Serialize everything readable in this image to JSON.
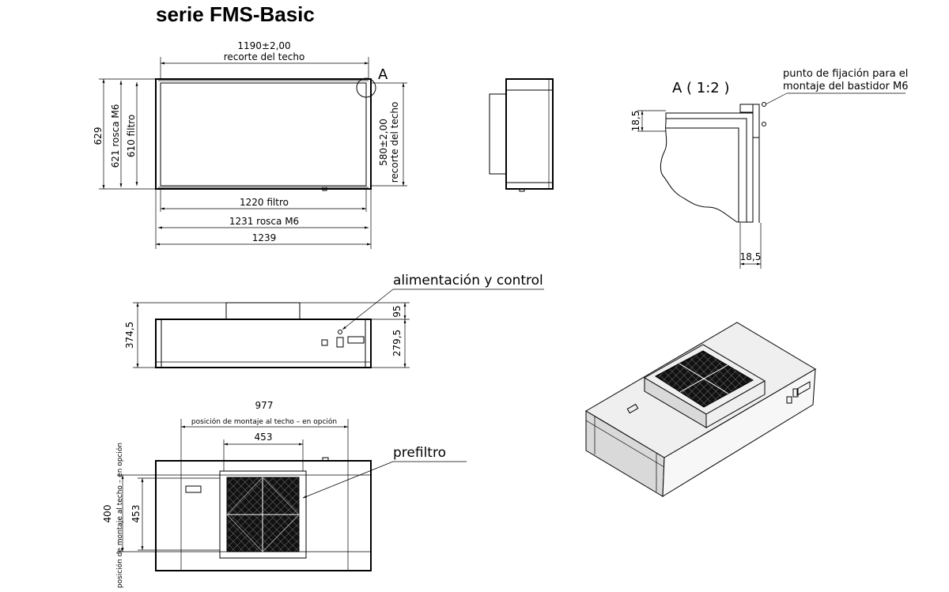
{
  "title": "serie FMS-Basic",
  "top_view": {
    "cut_width": "1190±2,00",
    "cut_width_label": "recorte del techo",
    "detail_marker": "A",
    "h_629": "629",
    "h_621": "621 rosca M6",
    "h_610": "610 filtro",
    "cut_height": "580±2,00",
    "cut_height_label": "recorte del techo",
    "w_filter": "1220 filtro",
    "w_thread": "1231 rosca M6",
    "w_total": "1239"
  },
  "detail": {
    "title": "A ( 1:2 )",
    "note_line1": "punto de fijación para el",
    "note_line2": "montaje del bastidor M6",
    "dim_vertical": "18,5",
    "dim_horizontal": "18,5"
  },
  "front_view": {
    "callout": "alimentación y control",
    "h_total": "374,5",
    "h_top": "95",
    "h_body": "279,5"
  },
  "bottom_view": {
    "w_977": "977",
    "w_977_label": "posición de montaje al techo – en opción",
    "w_453": "453",
    "callout": "prefiltro",
    "h_400": "400",
    "h_400_label": "posición de montaje al techo – en opción",
    "h_453": "453"
  }
}
